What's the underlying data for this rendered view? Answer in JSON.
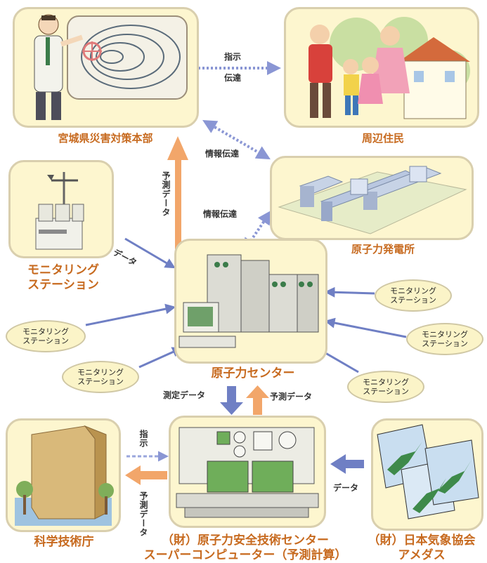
{
  "nodes": {
    "hq": {
      "label": "宮城県災害対策本部"
    },
    "residents": {
      "label": "周辺住民"
    },
    "plant": {
      "label": "原子力発電所"
    },
    "station_main": {
      "label": "モニタリング\nステーション"
    },
    "center": {
      "label": "原子力センター"
    },
    "agency": {
      "label": "科学技術庁"
    },
    "supercomputer": {
      "label": "（財）原子力安全技術センター\nスーパーコンピューター（予測計算）"
    },
    "amedas": {
      "label": "（財）日本気象協会\nアメダス"
    }
  },
  "bubbles": [
    {
      "id": "bubble-right-1",
      "label": "モニタリング\nステーション"
    },
    {
      "id": "bubble-right-2",
      "label": "モニタリング\nステーション"
    },
    {
      "id": "bubble-right-3",
      "label": "モニタリング\nステーション"
    },
    {
      "id": "bubble-left-1",
      "label": "モニタリング\nステーション"
    },
    {
      "id": "bubble-left-2",
      "label": "モニタリング\nステーション"
    }
  ],
  "flows": {
    "instruction": "指示",
    "transmission": "伝達",
    "info_transmission_1": "情報伝達",
    "info_transmission_2": "情報伝達",
    "prediction_data_vertical": "予測データ",
    "data_station": "データ",
    "measurement_data": "測定データ",
    "prediction_data": "予測データ",
    "instruction_vertical": "指示",
    "prediction_data_agency": "予測データ",
    "data_amedas": "データ"
  },
  "colors": {
    "panel_fill": "#fdf6cf",
    "panel_border": "#d9cfae",
    "label_orange": "#c76a1f",
    "arrow_blue": "#6f7fc4",
    "arrow_orange": "#f2a66a",
    "dotted_blue": "#8a96d4"
  }
}
